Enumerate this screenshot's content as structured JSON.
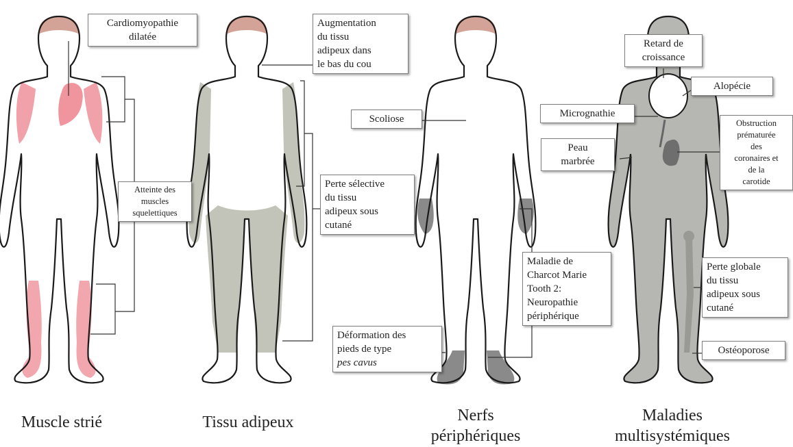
{
  "colors": {
    "outline": "#1a1a1a",
    "muscle_red": "#ee8a94",
    "fat_gray": "#c3c4b9",
    "nerve_gray": "#8a8a8a",
    "multi_gray": "#b6b7b3",
    "hair": "#d4a398"
  },
  "figures": [
    {
      "caption": [
        "Muscle strié"
      ],
      "labels": {
        "cardio": [
          "Cardiomyopathie",
          "dilatée"
        ],
        "skeletal": [
          "Atteinte des",
          "muscles",
          "squelettiques"
        ]
      }
    },
    {
      "caption": [
        "Tissu adipeux"
      ],
      "labels": {
        "neck_fat": [
          "Augmentation",
          "du tissu",
          "adipeux dans",
          "le bas du cou"
        ],
        "fat_loss": [
          "Perte sélective",
          "du tissu",
          "adipeux sous",
          "cutané"
        ]
      }
    },
    {
      "caption": [
        "Nerfs",
        "périphériques"
      ],
      "labels": {
        "scoliosis": [
          "Scoliose"
        ],
        "cmt": [
          "Maladie de",
          "Charcot Marie",
          "Tooth 2:",
          "Neuropathie",
          "périphérique"
        ],
        "feet": [
          "Déformation des",
          "pieds de type"
        ],
        "feet_italic": "pes cavus"
      }
    },
    {
      "caption": [
        "Maladies",
        "multisystémiques"
      ],
      "labels": {
        "growth": [
          "Retard de",
          "croissance"
        ],
        "alopecia": [
          "Alopécie"
        ],
        "micrognathia": [
          "Micrognathie"
        ],
        "skin": [
          "Peau",
          "marbrée"
        ],
        "coronary": [
          "Obstruction",
          "prématurée",
          "des",
          "coronaires et",
          "de la",
          "carotide"
        ],
        "global_fat": [
          "Perte globale",
          "du tissu",
          "adipeux sous",
          "cutané"
        ],
        "osteoporosis": [
          "Ostéoporose"
        ]
      }
    }
  ]
}
